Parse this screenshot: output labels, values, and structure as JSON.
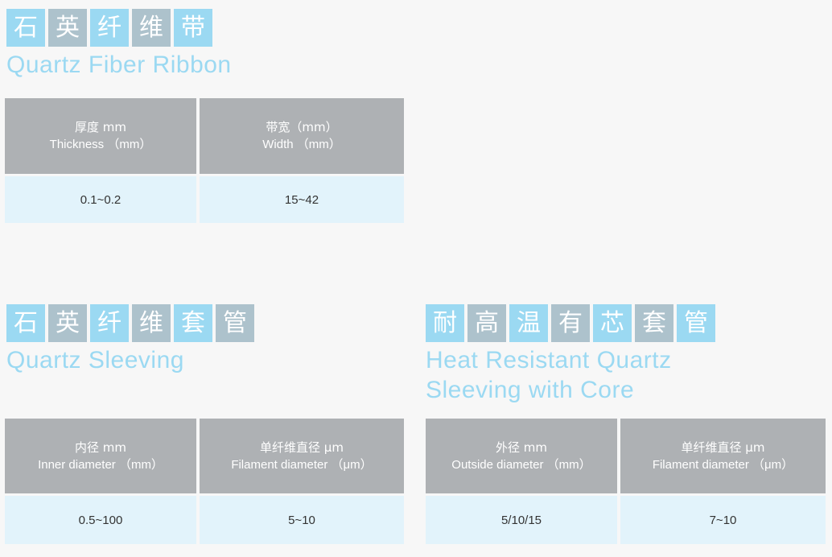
{
  "page": {
    "background": "#f7f7f7",
    "accent_blue": "#9bd9f2",
    "accent_gray": "#adc2cc",
    "header_gray": "#aeb1b4",
    "row_blue": "#e2f3fb"
  },
  "sections": [
    {
      "id": "quartz-fiber-ribbon",
      "title_cn_chars": [
        "石",
        "英",
        "纤",
        "维",
        "带"
      ],
      "title_en": "Quartz Fiber Ribbon",
      "table": {
        "columns": [
          {
            "header_cn": "厚度 mm",
            "header_en": "Thickness （mm）",
            "value": "0.1~0.2"
          },
          {
            "header_cn": "带宽（mm）",
            "header_en": "Width （mm）",
            "value": "15~42"
          }
        ]
      }
    },
    {
      "id": "quartz-sleeving",
      "title_cn_chars": [
        "石",
        "英",
        "纤",
        "维",
        "套",
        "管"
      ],
      "title_en": "Quartz Sleeving",
      "table": {
        "columns": [
          {
            "header_cn": "内径 mm",
            "header_en": "Inner diameter （mm）",
            "value": "0.5~100"
          },
          {
            "header_cn": "单纤维直径 μm",
            "header_en": "Filament diameter （μm）",
            "value": "5~10"
          }
        ]
      }
    },
    {
      "id": "heat-resistant-quartz-sleeving-with-core",
      "title_cn_chars": [
        "耐",
        "高",
        "温",
        "有",
        "芯",
        "套",
        "管"
      ],
      "title_en": "Heat Resistant Quartz\nSleeving with Core",
      "table": {
        "columns": [
          {
            "header_cn": "外径 mm",
            "header_en": "Outside diameter （mm）",
            "value": "5/10/15"
          },
          {
            "header_cn": "单纤维直径 μm",
            "header_en": "Filament diameter （μm）",
            "value": "7~10"
          }
        ]
      }
    }
  ]
}
